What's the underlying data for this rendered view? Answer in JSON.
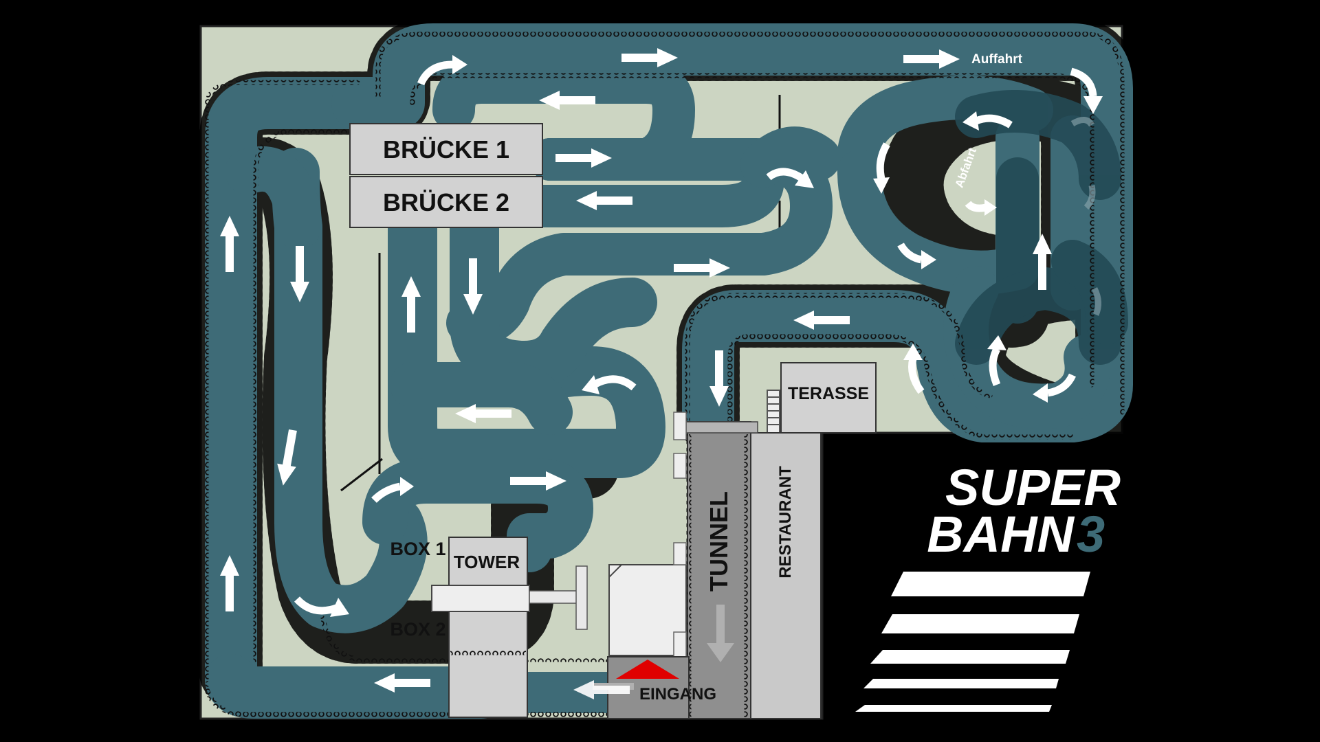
{
  "map": {
    "areas": {
      "bridge_1": "BRÜCKE 1",
      "bridge_2": "BRÜCKE 2",
      "terrace": "TERASSE",
      "restaurant": "RESTAURANT",
      "tunnel": "TUNNEL",
      "tower": "TOWER",
      "box_1": "BOX 1",
      "box_2": "BOX 2",
      "entrance": "EINGANG",
      "ramp_up": "Auffahrt",
      "ramp_down": "Abfahrt"
    },
    "colors": {
      "background": "#000000",
      "ground": "#ccd5c2",
      "track": "#3e6b77",
      "track_dark": "#234a55",
      "building": "#d2d2d2",
      "tunnel": "#8f8f8f",
      "tires": "#111111",
      "arrows": "#ffffff",
      "entrance_marker": "#e00000",
      "brand_accent": "#3e6b77"
    }
  },
  "brand": {
    "line1": "SUPER",
    "line2": "BAHN",
    "number": "3"
  }
}
